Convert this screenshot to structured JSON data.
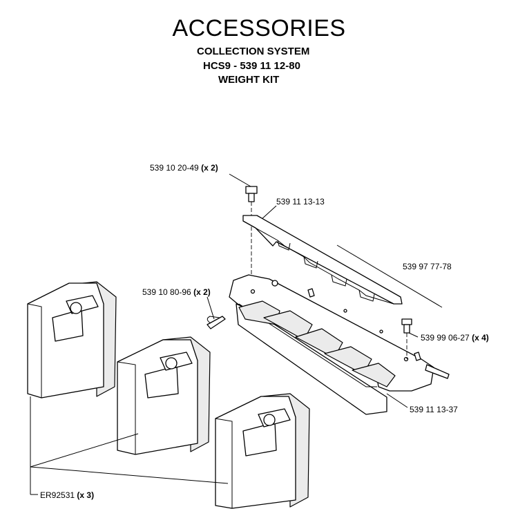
{
  "header": {
    "title": "ACCESSORIES",
    "line1": "COLLECTION SYSTEM",
    "line2": "HCS9 - 539 11 12-80",
    "line3": "WEIGHT KIT"
  },
  "parts": {
    "p1": {
      "number": "539 10 20-49",
      "qty": "(x 2)"
    },
    "p2": {
      "number": "539 11 13-13"
    },
    "p3": {
      "number": "539 97 77-78"
    },
    "p4": {
      "number": "539 10 80-96",
      "qty": "(x 2)"
    },
    "p5": {
      "number": "539 99 06-27",
      "qty": "(x 4)"
    },
    "p6": {
      "number": "539 11 13-37"
    },
    "p7": {
      "number": "ER92531",
      "qty": "(x 3)"
    }
  }
}
